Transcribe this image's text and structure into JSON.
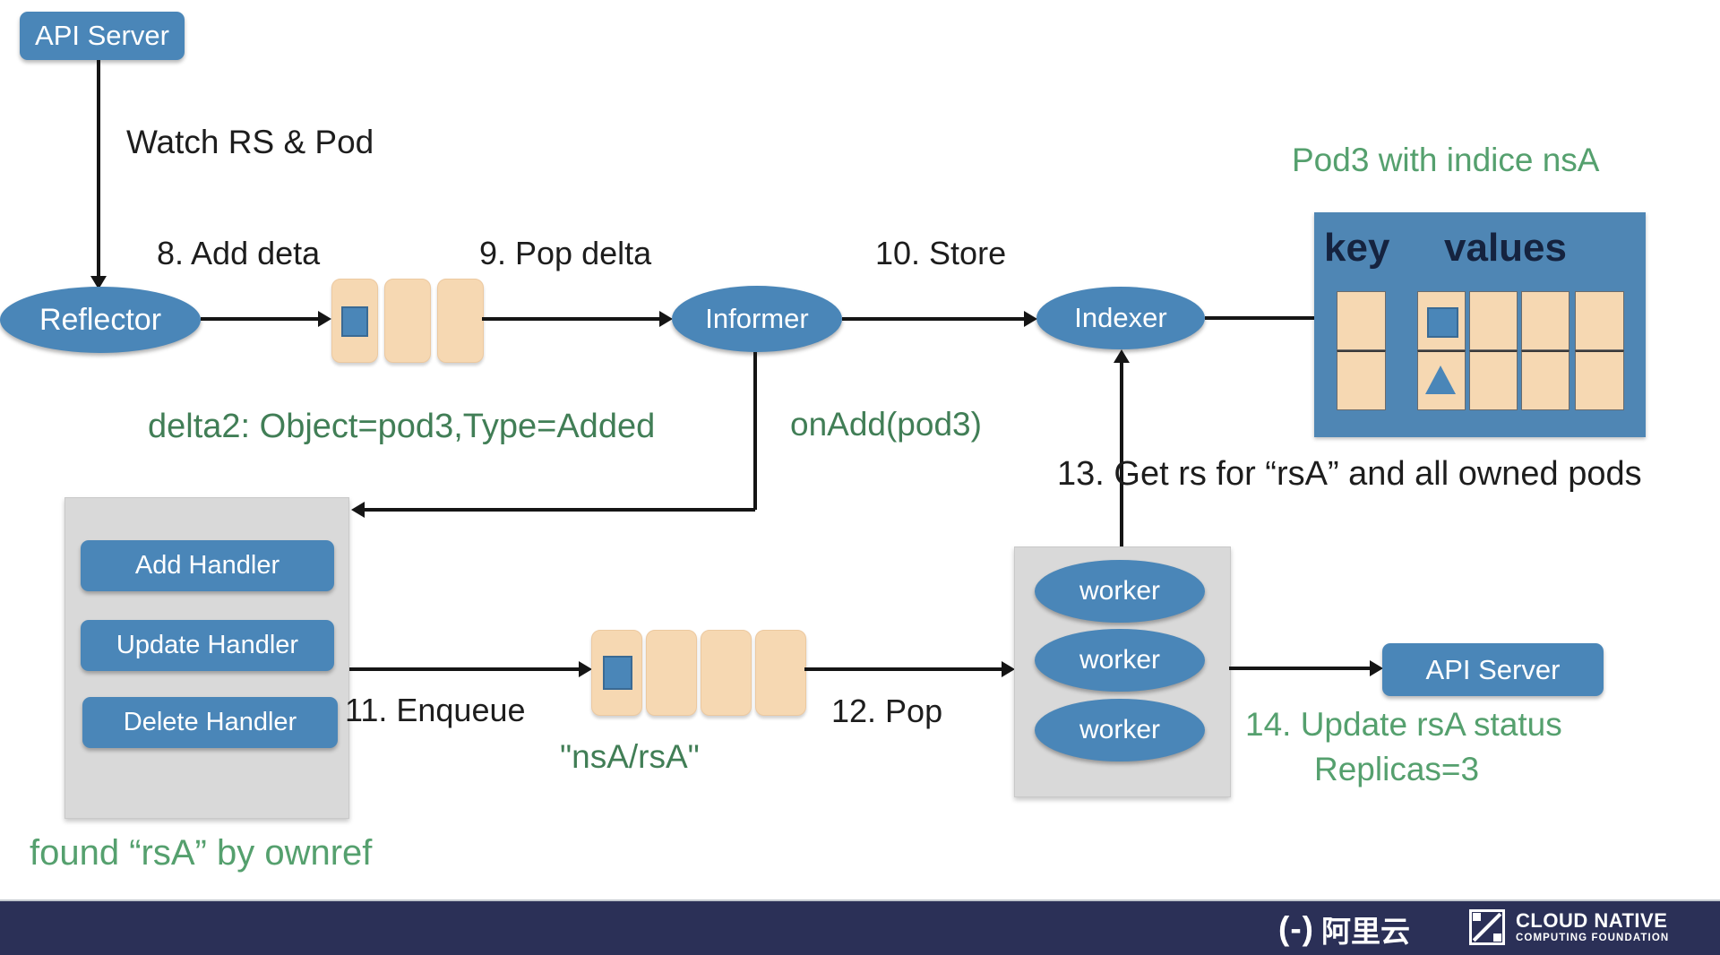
{
  "colors": {
    "node_blue": "#4a86b8",
    "tan_box": "#f6d8b2",
    "gray_box": "#d9d9d9",
    "table_blue": "#4f86b4",
    "green_dark": "#417e56",
    "green_mid": "#55a06e",
    "arrow_black": "#151515",
    "footer_navy": "#2b3057",
    "header_text_navy": "#15233f"
  },
  "nodes": {
    "api_server_top": "API Server",
    "reflector": "Reflector",
    "informer": "Informer",
    "indexer": "Indexer",
    "api_server_right": "API Server",
    "handlers": [
      "Add Handler",
      "Update Handler",
      "Delete Handler"
    ],
    "workers": [
      "worker",
      "worker",
      "worker"
    ]
  },
  "labels": {
    "watch": "Watch RS & Pod",
    "step8": "8. Add deta",
    "step9": "9. Pop delta",
    "step10": "10. Store",
    "step11": "11. Enqueue",
    "step12": "12. Pop",
    "step13": "13. Get rs for “rsA” and all owned pods",
    "step14_line1": "14. Update rsA status",
    "step14_line2": "Replicas=3",
    "delta2": "delta2: Object=pod3,Type=Added",
    "onadd": "onAdd(pod3)",
    "queue_key": "\"nsA/rsA\"",
    "found": "found “rsA” by ownref",
    "table_title": "Pod3 with indice nsA",
    "table_key_header": "key",
    "table_values_header": "values"
  },
  "footer": {
    "alibaba_bracket": "(-)",
    "alibaba_name": "阿里云",
    "cncf_line1": "CLOUD NATIVE",
    "cncf_line2": "COMPUTING FOUNDATION"
  }
}
